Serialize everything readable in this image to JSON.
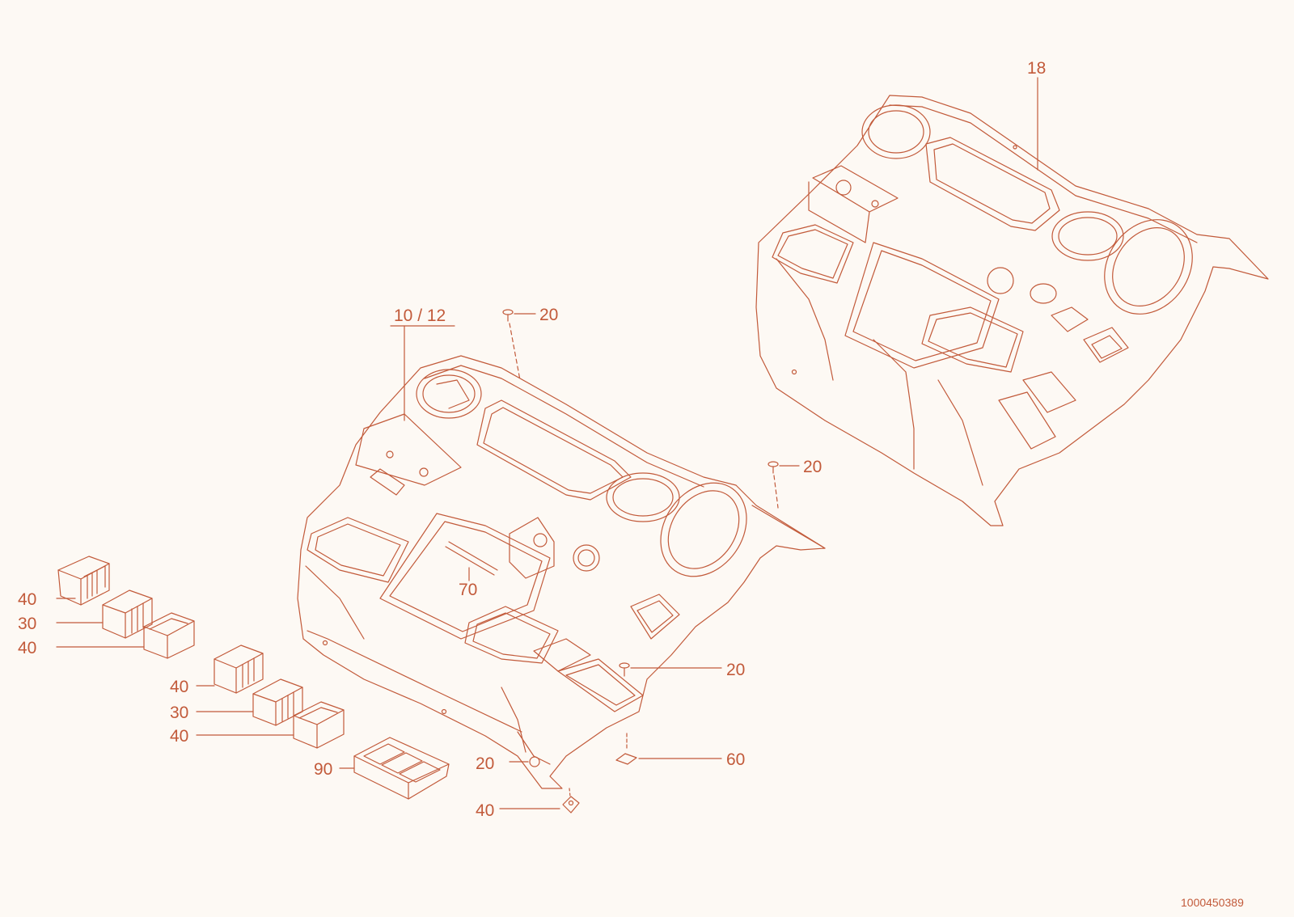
{
  "colors": {
    "line": "#c25a3a",
    "background": "#fdf9f4"
  },
  "labels": {
    "assembly_main": "10 / 12",
    "assembly_alt": "18",
    "screw_top": "20",
    "screw_right": "20",
    "screw_mid": "20",
    "screw_bottom": "20",
    "nut": "60",
    "rod": "70",
    "clip": "40",
    "switch_a1": "40",
    "switch_a2": "30",
    "switch_a3": "40",
    "switch_b1": "40",
    "switch_b2": "30",
    "switch_b3": "40",
    "switch_panel": "90"
  },
  "document_number": "1000450389"
}
